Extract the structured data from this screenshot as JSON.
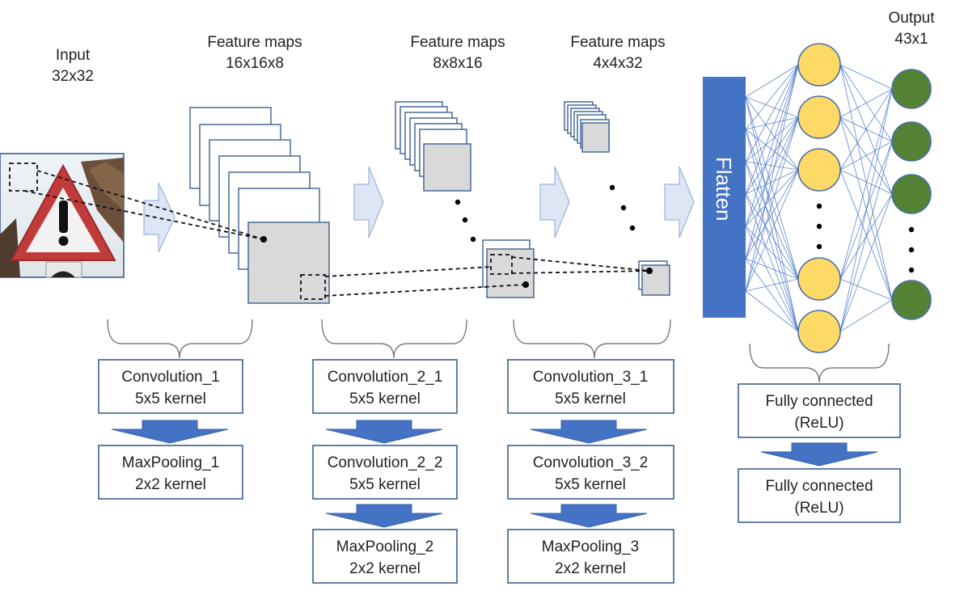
{
  "headers": {
    "input": [
      "Input",
      "32x32"
    ],
    "fm1": [
      "Feature maps",
      "16x16x8"
    ],
    "fm2": [
      "Feature maps",
      "8x8x16"
    ],
    "fm3": [
      "Feature maps",
      "4x4x32"
    ],
    "output": [
      "Output",
      "43x1"
    ]
  },
  "flatten_label": "Flatten",
  "blocks": {
    "conv1": [
      "Convolution_1",
      "5x5 kernel"
    ],
    "pool1": [
      "MaxPooling_1",
      "2x2 kernel"
    ],
    "conv2_1": [
      "Convolution_2_1",
      "5x5 kernel"
    ],
    "conv2_2": [
      "Convolution_2_2",
      "5x5 kernel"
    ],
    "pool2": [
      "MaxPooling_2",
      "2x2 kernel"
    ],
    "conv3_1": [
      "Convolution_3_1",
      "5x5 kernel"
    ],
    "conv3_2": [
      "Convolution_3_2",
      "5x5 kernel"
    ],
    "pool3": [
      "MaxPooling_3",
      "2x2 kernel"
    ],
    "fc1": [
      "Fully connected",
      "(ReLU)"
    ],
    "fc2": [
      "Fully connected",
      "(ReLU)"
    ]
  },
  "colors": {
    "flatten": "#4472c4",
    "hidden_node": "#ffd966",
    "output_node": "#548235",
    "arrow": "#4472c4",
    "feature_map": "#d9d9d9"
  },
  "icons": {
    "input_image": "warning-sign-image"
  }
}
